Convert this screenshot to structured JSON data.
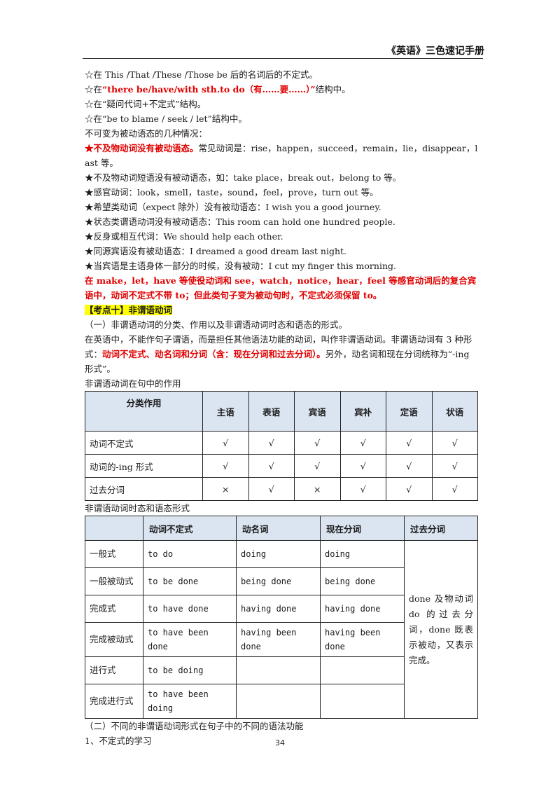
{
  "header": {
    "title": "《英语》三色速记手册"
  },
  "lines": [
    "☆在 This /That /These /Those be 后的名词后的不定式。",
    "☆在",
    "“there be/have/with sth.to do（有……要……）”",
    "结构中。",
    "☆在“疑问代词+不定式”结构。",
    "☆在“be to blame / seek / let”结构中。",
    "不可变为被动语态的几种情况：",
    "★不及物动词没有被动语态。",
    "常见动词是：rise，happen，succeed，remain，lie，disappear，last 等。",
    "★不及物动词短语没有被动语态，如：take place，break out，belong to 等。",
    "★感官动词：look，smell，taste，sound，feel，prove，turn out 等。",
    "★希望类动词（expect 除外）没有被动语态：I wish you a good journey.",
    "★状态类谓语动词没有被动语态：This room can hold one hundred people.",
    "★反身或相互代词：We should help each other.",
    "★同源宾语没有被动语态：I dreamed a good dream last night.",
    "★当宾语是主语身体一部分的时候，没有被动：I cut my finger this morning.",
    "在 make，let，have 等使役动词和 see，watch，notice，hear，feel 等感官动词后的复合宾语中，动词不定式不带 to；但此类句子变为被动句时，不定式必须保留 to。",
    "【考点十】非谓语动词",
    "（一）非谓语动词的分类、作用以及非谓语动词时态和语态的形式。",
    "在英语中，不能作句子谓语，而是担任其他语法功能的动词，叫作非谓语动词。非谓语动词有 3 种形式：",
    "动词不定式、动名词和分词（含：现在分词和过去分词）。",
    "另外，动名词和现在分词统称为“-ing 形式”。",
    "非谓语动词在句中的作用",
    "非谓语动词时态和语态形式",
    "（二）不同的非谓语动词形式在句子中的不同的语法功能",
    "1、不定式的学习"
  ],
  "table1": {
    "header": [
      "分类作用",
      "主语",
      "表语",
      "宾语",
      "宾补",
      "定语",
      "状语"
    ],
    "rows": [
      [
        "动词不定式",
        "√",
        "√",
        "√",
        "√",
        "√",
        "√"
      ],
      [
        "动词的-ing 形式",
        "√",
        "√",
        "√",
        "√",
        "√",
        "√"
      ],
      [
        "过去分词",
        "×",
        "√",
        "×",
        "√",
        "√",
        "√"
      ]
    ]
  },
  "table2": {
    "header": [
      "",
      "动词不定式",
      "动名词",
      "现在分词",
      "过去分词"
    ],
    "rows": [
      [
        "一般式",
        "to do",
        "doing",
        "doing"
      ],
      [
        "一般被动式",
        "to be done",
        "being done",
        "being done"
      ],
      [
        "完成式",
        "to have done",
        "having done",
        "having done"
      ],
      [
        "完成被动式",
        "to have been done",
        "having been done",
        "having been done"
      ],
      [
        "进行式",
        "to be doing",
        "",
        ""
      ],
      [
        "完成进行式",
        "to have been doing",
        "",
        ""
      ]
    ],
    "past_participle_note": "done 及物动词 do 的过去分词，done 既表示被动，又表示完成。"
  },
  "footer": {
    "page": "34"
  }
}
